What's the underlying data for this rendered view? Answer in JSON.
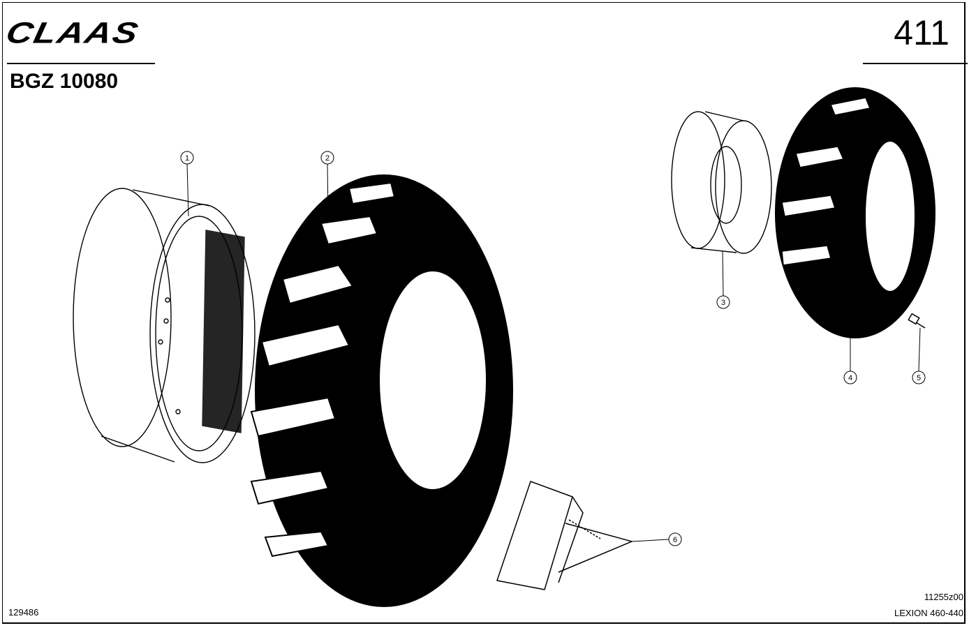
{
  "header": {
    "logo_text": "CLAAS",
    "group_code": "BGZ 10080",
    "page_number": "411"
  },
  "footer": {
    "left_code": "129486",
    "drawing_code": "11255z00",
    "model": "LEXION 460-440"
  },
  "callouts": [
    {
      "number": "1",
      "part": "rim"
    },
    {
      "number": "2",
      "part": "tire"
    },
    {
      "number": "3",
      "part": "rim"
    },
    {
      "number": "4",
      "part": "tire"
    },
    {
      "number": "5",
      "part": "valve"
    },
    {
      "number": "6",
      "part": "wheel-chock"
    }
  ]
}
